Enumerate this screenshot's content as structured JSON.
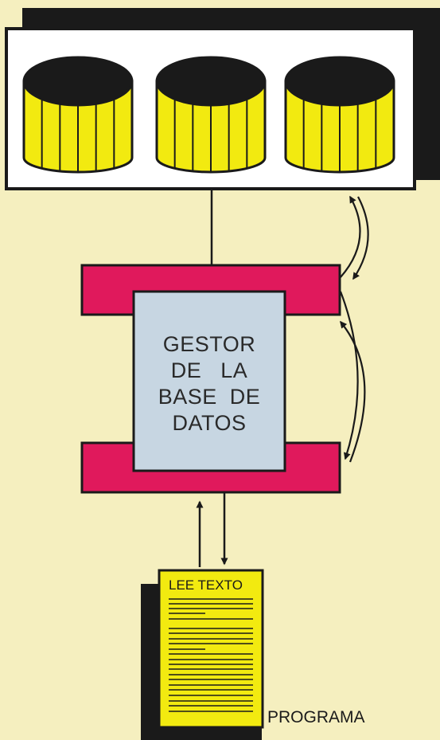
{
  "diagram": {
    "colors": {
      "background": "#f5efbf",
      "disk_top": "#1a1a1a",
      "disk_body": "#f2ea10",
      "connector_bar": "#e0195c",
      "manager_box": "#c7d6e2",
      "document": "#f2ea10",
      "shadow": "#1a1a1a",
      "panel": "#ffffff"
    },
    "disk_count": 3,
    "manager": {
      "label_lines": [
        "GESTOR",
        "DE   LA",
        "BASE  DE",
        "DATOS"
      ]
    },
    "document": {
      "title": "LEE TEXTO",
      "caption": "PROGRAMA"
    },
    "icons": [
      "disk-cylinder-icon",
      "document-icon",
      "arrow-icon"
    ]
  }
}
